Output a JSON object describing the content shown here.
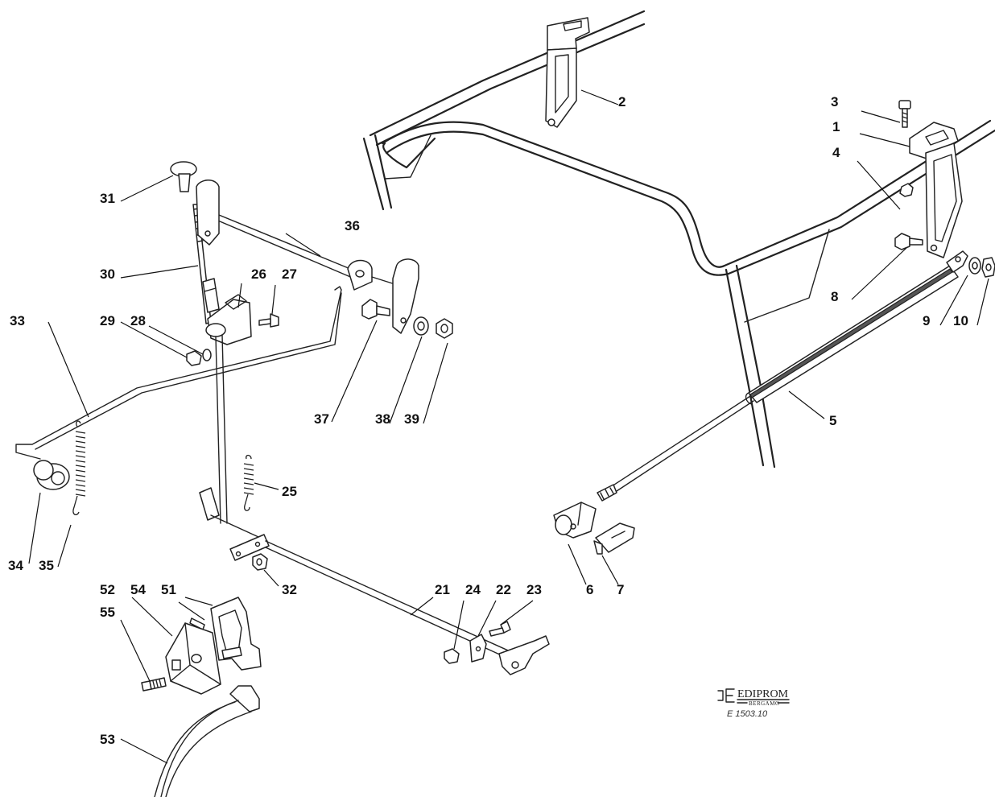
{
  "parts": [
    {
      "id": "p1",
      "label": "1"
    },
    {
      "id": "p2",
      "label": "2"
    },
    {
      "id": "p3",
      "label": "3"
    },
    {
      "id": "p4",
      "label": "4"
    },
    {
      "id": "p5",
      "label": "5"
    },
    {
      "id": "p6",
      "label": "6"
    },
    {
      "id": "p7",
      "label": "7"
    },
    {
      "id": "p8",
      "label": "8"
    },
    {
      "id": "p9",
      "label": "9"
    },
    {
      "id": "p10",
      "label": "10"
    },
    {
      "id": "p21",
      "label": "21"
    },
    {
      "id": "p22",
      "label": "22"
    },
    {
      "id": "p23",
      "label": "23"
    },
    {
      "id": "p24",
      "label": "24"
    },
    {
      "id": "p25",
      "label": "25"
    },
    {
      "id": "p26",
      "label": "26"
    },
    {
      "id": "p27",
      "label": "27"
    },
    {
      "id": "p28",
      "label": "28"
    },
    {
      "id": "p29",
      "label": "29"
    },
    {
      "id": "p30",
      "label": "30"
    },
    {
      "id": "p31",
      "label": "31"
    },
    {
      "id": "p32",
      "label": "32"
    },
    {
      "id": "p33",
      "label": "33"
    },
    {
      "id": "p34",
      "label": "34"
    },
    {
      "id": "p35",
      "label": "35"
    },
    {
      "id": "p36",
      "label": "36"
    },
    {
      "id": "p37",
      "label": "37"
    },
    {
      "id": "p38",
      "label": "38"
    },
    {
      "id": "p39",
      "label": "39"
    },
    {
      "id": "p51",
      "label": "51"
    },
    {
      "id": "p52",
      "label": "52"
    },
    {
      "id": "p53",
      "label": "53"
    },
    {
      "id": "p54",
      "label": "54"
    },
    {
      "id": "p55",
      "label": "55"
    }
  ],
  "logo": {
    "brand": "EDIPROM",
    "city": "BERGAMO",
    "code": "E 1503.10"
  }
}
